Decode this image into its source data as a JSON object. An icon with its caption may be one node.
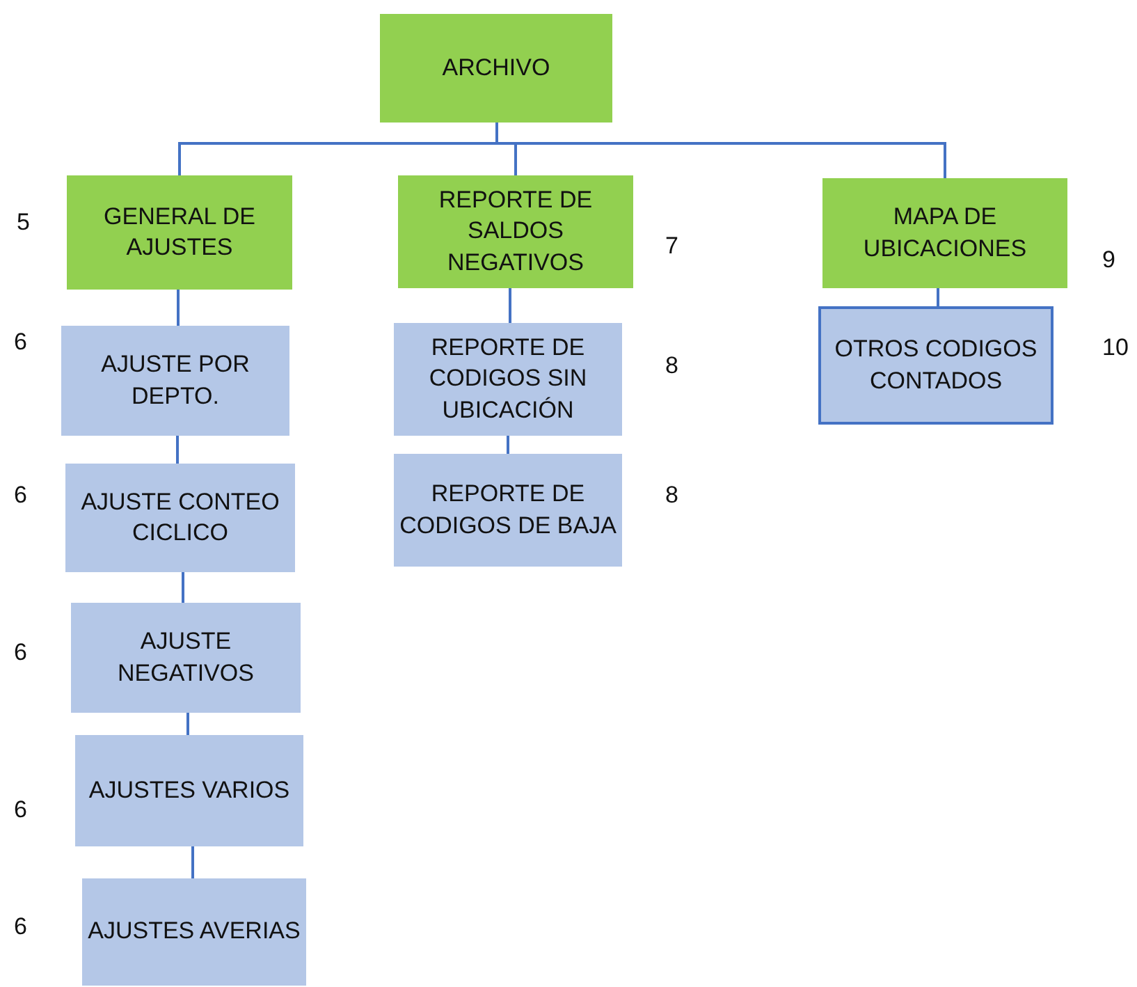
{
  "diagram": {
    "nodes": [
      {
        "text": [
          "ARCHIVO"
        ]
      },
      {
        "text": [
          "GENERAL DE AJUSTES"
        ]
      },
      {
        "text": [
          "REPORTE DE SALDOS NEGATIVOS"
        ]
      },
      {
        "text": [
          "MAPA DE UBICACIONES"
        ]
      },
      {
        "text": [
          "AJUSTE POR DEPTO."
        ]
      },
      {
        "text": [
          "AJUSTE CONTEO CICLICO"
        ]
      },
      {
        "text": [
          "AJUSTE NEGATIVOS"
        ]
      },
      {
        "text": [
          "AJUSTES VARIOS"
        ]
      },
      {
        "text": [
          "AJUSTES AVERIAS"
        ]
      },
      {
        "text": [
          "REPORTE DE CODIGOS SIN UBICACIÓN"
        ]
      },
      {
        "text": [
          "REPORTE DE CODIGOS DE BAJA"
        ]
      },
      {
        "text": [
          "OTROS CODIGOS CONTADOS"
        ]
      }
    ],
    "edges": [
      {
        "from": 0,
        "to": 1,
        "arrow": "none"
      },
      {
        "from": 0,
        "to": 2,
        "arrow": "none"
      },
      {
        "from": 0,
        "to": 3,
        "arrow": "none"
      },
      {
        "from": 1,
        "to": 4,
        "arrow": "none"
      },
      {
        "from": 4,
        "to": 5,
        "arrow": "none"
      },
      {
        "from": 5,
        "to": 6,
        "arrow": "none"
      },
      {
        "from": 6,
        "to": 7,
        "arrow": "none"
      },
      {
        "from": 7,
        "to": 8,
        "arrow": "none"
      },
      {
        "from": 2,
        "to": 9,
        "arrow": "none"
      },
      {
        "from": 9,
        "to": 10,
        "arrow": "none"
      },
      {
        "from": 3,
        "to": 11,
        "arrow": "none"
      }
    ],
    "labels": [
      "5",
      "7",
      "9",
      "6",
      "8",
      "10",
      "6",
      "8",
      "6",
      "6",
      "6"
    ]
  }
}
